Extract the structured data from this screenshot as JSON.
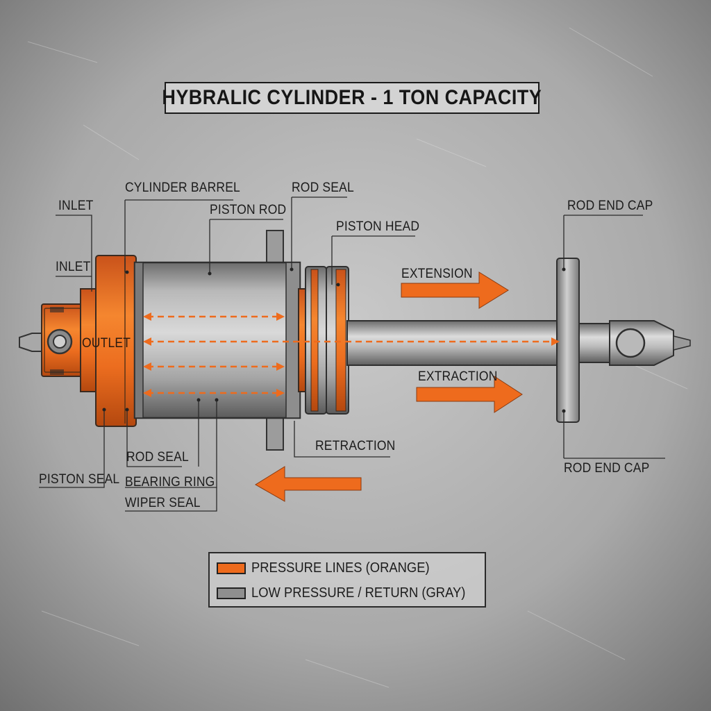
{
  "title": "HYBRALIC CYLINDER - 1 TON CAPACITY",
  "labels": {
    "inlet_top": "INLET",
    "inlet_mid": "INLET",
    "outlet": "OUTLET",
    "cylinder_barrel": "CYLINDER BARREL",
    "piston_rod": "PISTON ROD",
    "rod_seal_top": "ROD SEAL",
    "piston_head": "PISTON HEAD",
    "rod_end_cap_top": "ROD END CAP",
    "extension": "EXTENSION",
    "extraction": "EXTRACTION",
    "retraction": "RETRACTION",
    "rod_end_cap_bottom": "ROD  END CAP",
    "rod_seal_bottom": "ROD SEAL",
    "piston_seal": "PISTON SEAL",
    "bearing_ring": "BEARING RING",
    "wiper_seal": "WIPER SEAL"
  },
  "legend": {
    "pressure": "PRESSURE LINES (ORANGE)",
    "low_pressure": "LOW PRESSURE / RETURN  (GRAY)"
  },
  "colors": {
    "pressure": "#ee6b1d",
    "low_pressure": "#8f8f8f",
    "background": "#9c9c9c"
  }
}
